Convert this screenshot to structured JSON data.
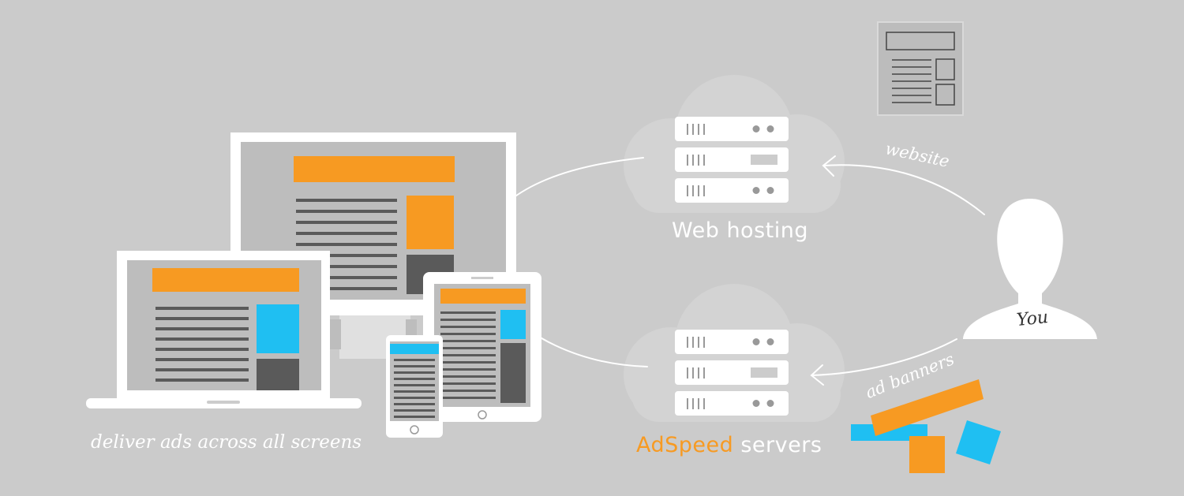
{
  "labels": {
    "web_hosting": "Web hosting",
    "adspeed_brand": "AdSpeed",
    "adspeed_rest": " servers",
    "website": "website",
    "you": "You",
    "ad_banners": "ad banners",
    "deliver": "deliver ads across all screens"
  },
  "colors": {
    "background": "#cbcbcb",
    "orange": "#f79a22",
    "blue": "#1fbff2",
    "dark_gray": "#5a5a5a",
    "white": "#ffffff"
  },
  "icons": [
    "cloud-icon",
    "server-icon",
    "user-icon",
    "webpage-icon",
    "desktop-monitor-icon",
    "laptop-icon",
    "tablet-icon",
    "phone-icon",
    "arrow-icon",
    "ad-banner-icon"
  ]
}
